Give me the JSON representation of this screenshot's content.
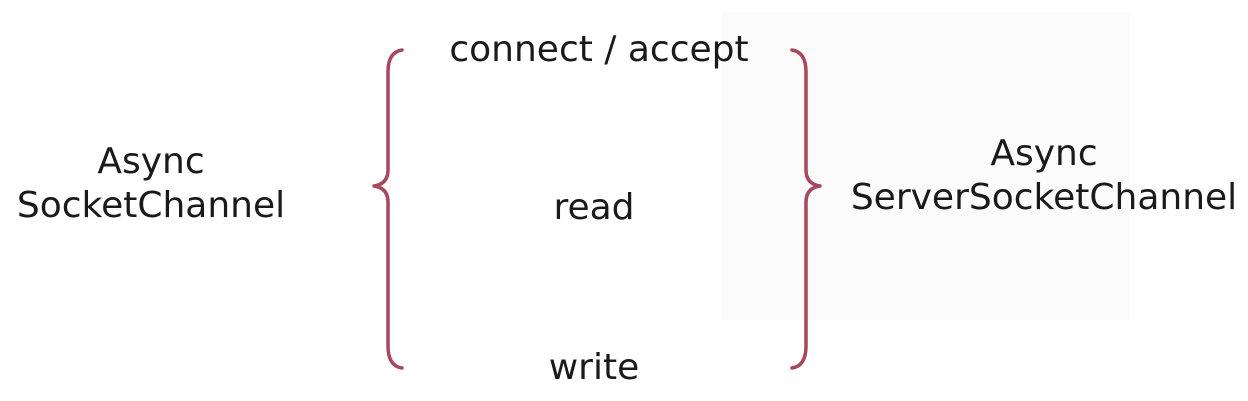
{
  "diagram": {
    "client": {
      "line1": "Async",
      "line2": "SocketChannel"
    },
    "server": {
      "line1": "Async",
      "line2": "ServerSocketChannel"
    },
    "operations": {
      "connect_accept": "connect / accept",
      "read": "read",
      "write": "write"
    },
    "colors": {
      "brace": "#a8485c",
      "text": "#1a1a1a"
    }
  }
}
